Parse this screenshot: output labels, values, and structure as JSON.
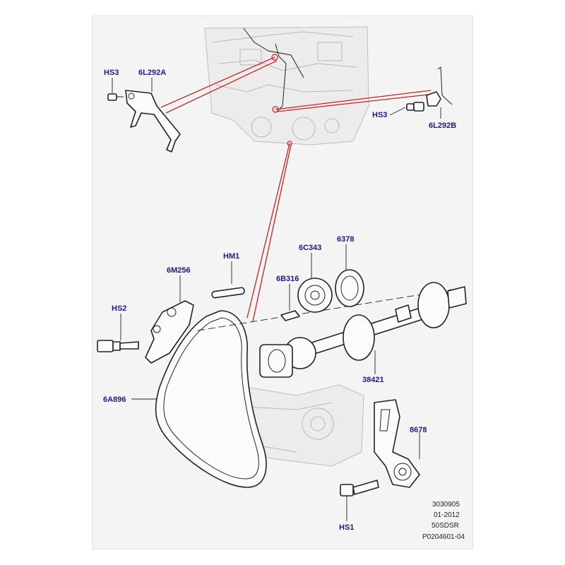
{
  "diagram": {
    "callouts": {
      "hs3_top_left": "HS3",
      "p6l292a": "6L292A",
      "hs3_right": "HS3",
      "p6l292b": "6L292B",
      "p6c343": "6C343",
      "p6378": "6378",
      "p6b316": "6B316",
      "hm1": "HM1",
      "p6m256": "6M256",
      "hs2": "HS2",
      "p38421": "38421",
      "p6a896": "6A896",
      "p8678": "8678",
      "hs1": "HS1"
    },
    "stamp": {
      "line1": "3030905",
      "line2": "01-2012",
      "line3": "50SDSR",
      "line4": "P0204601-04"
    }
  },
  "colors": {
    "callout_text": "#1a1a8c",
    "reference_lines": "#cc1f1f",
    "outline": "#222222",
    "background_panel": "#f4f4f4"
  }
}
